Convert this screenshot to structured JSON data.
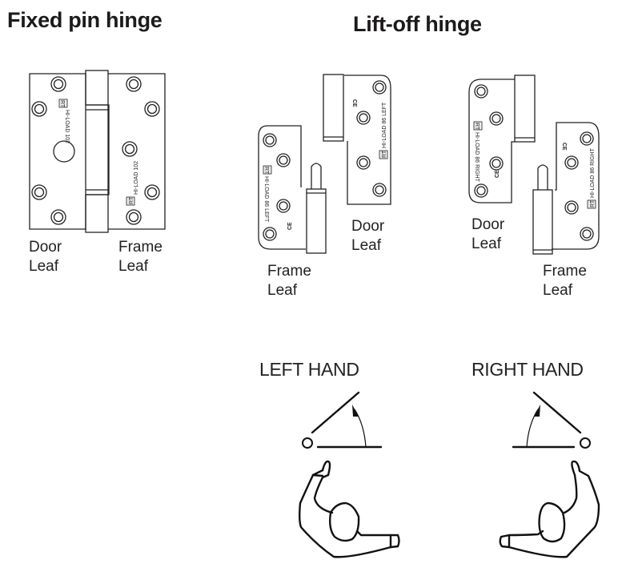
{
  "titles": {
    "fixed_pin": "Fixed pin hinge",
    "lift_off": "Lift-off hinge"
  },
  "fixed_pin_hinge": {
    "door_leaf_label": [
      "Door",
      "Leaf"
    ],
    "frame_leaf_label": [
      "Frame",
      "Leaf"
    ],
    "stamp_brand": "RT",
    "stamp_text": "HI-LOAD 102"
  },
  "lift_off_left": {
    "door_leaf_label": [
      "Door",
      "Leaf"
    ],
    "frame_leaf_label": [
      "Frame",
      "Leaf"
    ],
    "stamp_brand": "RT",
    "stamp_text": "HI-LOAD 86 LEFT"
  },
  "lift_off_right": {
    "door_leaf_label": [
      "Door",
      "Leaf"
    ],
    "frame_leaf_label": [
      "Frame",
      "Leaf"
    ],
    "stamp_brand": "RT",
    "stamp_text": "HI-LOAD 86 RIGHT"
  },
  "handing": {
    "left": "LEFT HAND",
    "right": "RIGHT HAND"
  }
}
